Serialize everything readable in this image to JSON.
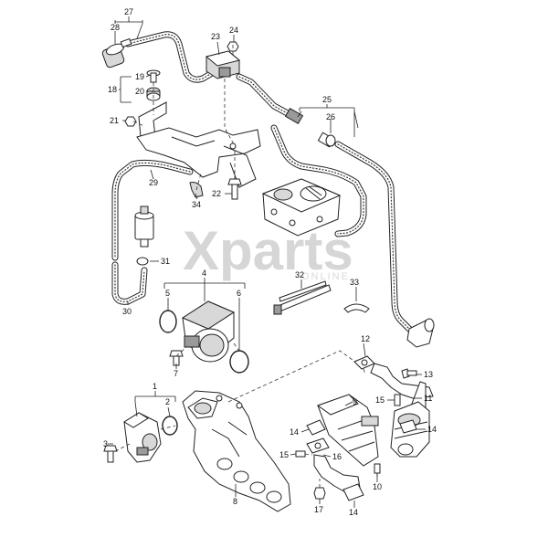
{
  "watermark": {
    "brand": "Xparts",
    "subtitle": "ONLINE"
  },
  "callouts": [
    {
      "id": "c27",
      "text": "27"
    },
    {
      "id": "c28",
      "text": "28"
    },
    {
      "id": "c23",
      "text": "23"
    },
    {
      "id": "c24",
      "text": "24"
    },
    {
      "id": "c19",
      "text": "19"
    },
    {
      "id": "c18",
      "text": "18"
    },
    {
      "id": "c20",
      "text": "20"
    },
    {
      "id": "c21",
      "text": "21"
    },
    {
      "id": "c25",
      "text": "25"
    },
    {
      "id": "c26",
      "text": "26"
    },
    {
      "id": "c29",
      "text": "29"
    },
    {
      "id": "c22",
      "text": "22"
    },
    {
      "id": "c34",
      "text": "34"
    },
    {
      "id": "c31",
      "text": "31"
    },
    {
      "id": "c30",
      "text": "30"
    },
    {
      "id": "c4",
      "text": "4"
    },
    {
      "id": "c5",
      "text": "5"
    },
    {
      "id": "c6",
      "text": "6"
    },
    {
      "id": "c32",
      "text": "32"
    },
    {
      "id": "c33",
      "text": "33"
    },
    {
      "id": "c7",
      "text": "7"
    },
    {
      "id": "c12",
      "text": "12"
    },
    {
      "id": "c13",
      "text": "13"
    },
    {
      "id": "c1",
      "text": "1"
    },
    {
      "id": "c2",
      "text": "2"
    },
    {
      "id": "c9",
      "text": "9"
    },
    {
      "id": "c15a",
      "text": "15"
    },
    {
      "id": "c11",
      "text": "11"
    },
    {
      "id": "c14a",
      "text": "14"
    },
    {
      "id": "c14b",
      "text": "14"
    },
    {
      "id": "c3",
      "text": "3"
    },
    {
      "id": "c15b",
      "text": "15"
    },
    {
      "id": "c16",
      "text": "16"
    },
    {
      "id": "c10",
      "text": "10"
    },
    {
      "id": "c8",
      "text": "8"
    },
    {
      "id": "c17",
      "text": "17"
    },
    {
      "id": "c14c",
      "text": "14"
    }
  ]
}
